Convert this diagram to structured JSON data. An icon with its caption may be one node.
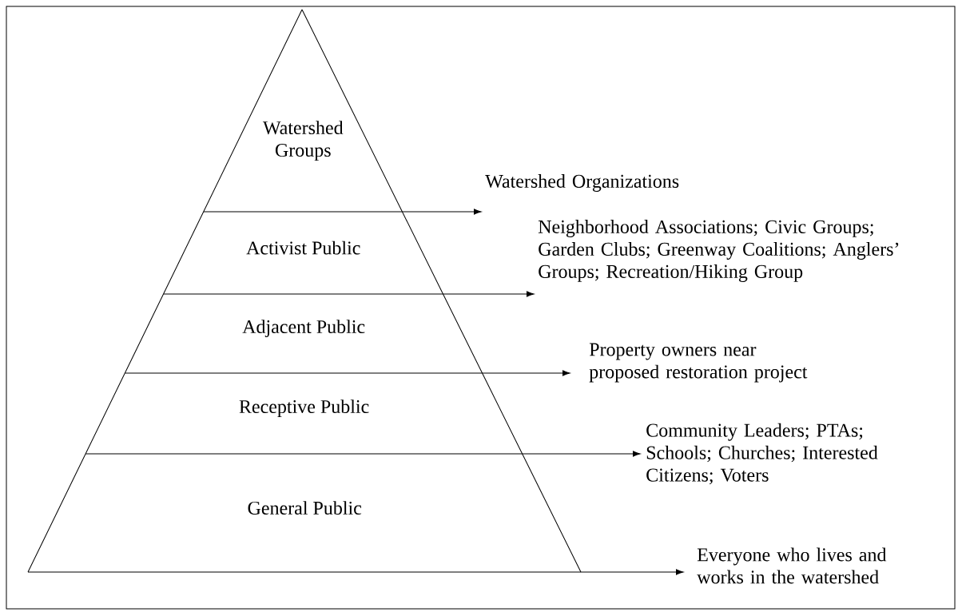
{
  "diagram": {
    "nodes": [
      {
        "text": [
          "Watershed Groups"
        ]
      },
      {
        "text": [
          "Activist Public"
        ]
      },
      {
        "text": [
          "Adjacent Public"
        ]
      },
      {
        "text": [
          "Receptive Public"
        ]
      },
      {
        "text": [
          "General Public"
        ]
      },
      {
        "text": [
          "Watershed Organizations"
        ]
      },
      {
        "text": [
          "Neighborhood Associations; Civic Groups; Garden Clubs; Greenway Coalitions; Anglers’ Groups; Recreation/Hiking Group"
        ]
      },
      {
        "text": [
          "Property owners near proposed restoration project"
        ]
      },
      {
        "text": [
          "Community Leaders; PTAs; Schools; Churches; Interested Citizens; Voters"
        ]
      },
      {
        "text": [
          "Everyone who lives and works in the watershed"
        ]
      }
    ],
    "edges": [
      {
        "from": 0,
        "to": 5,
        "arrow": "to"
      },
      {
        "from": 1,
        "to": 6,
        "arrow": "to"
      },
      {
        "from": 2,
        "to": 7,
        "arrow": "to"
      },
      {
        "from": 3,
        "to": 8,
        "arrow": "to"
      },
      {
        "from": 4,
        "to": 9,
        "arrow": "to"
      }
    ]
  }
}
